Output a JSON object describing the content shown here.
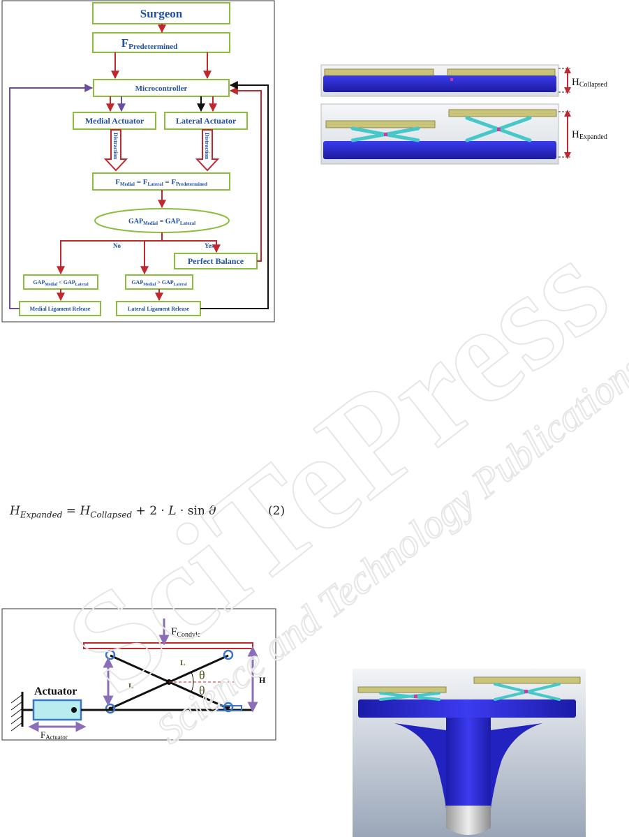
{
  "flowchart": {
    "surgeon": "Surgeon",
    "f_pre_main": "F",
    "f_pre_sub": "Predetermined",
    "microcontroller": "Microcontroller",
    "medial_actuator": "Medial Actuator",
    "lateral_actuator": "Lateral Actuator",
    "distraction": "Distraction",
    "force_eq": {
      "f1": "F",
      "s1": "Medial",
      "eq1": " = F",
      "s2": "Lateral",
      "eq2": " = F",
      "s3": "Predetermined"
    },
    "gap_eq": {
      "g1": "GAP",
      "s1": "Medial",
      "eq": " = GAP",
      "s2": "Lateral"
    },
    "no": "No",
    "yes": "Yes",
    "perfect_balance": "Perfect Balance",
    "gap_less": {
      "g1": "GAP",
      "s1": "Medial",
      "op": " < GAP",
      "s2": "Lateral"
    },
    "gap_greater": {
      "g1": "GAP",
      "s1": "Medial",
      "op": " > GAP",
      "s2": "Lateral"
    },
    "medial_release": "Medial Ligament Release",
    "lateral_release": "Lateral Ligament Release"
  },
  "device_heights": {
    "h_collapsed_main": "H",
    "h_collapsed_sub": "Collapsed",
    "h_expanded_main": "H",
    "h_expanded_sub": "Expanded"
  },
  "equation": {
    "lhs_main": "H",
    "lhs_sub": "Expanded",
    "eq": " = ",
    "rhs_main": "H",
    "rhs_sub": "Collapsed",
    "rest": " + 2 · ",
    "L": "L",
    "dot": " · sin ",
    "theta": "θ",
    "number": "(2)"
  },
  "scissor": {
    "f_condyle_main": "F",
    "f_condyle_sub": "Condyle",
    "L1": "L",
    "L2": "L",
    "theta1": "θ",
    "theta2": "θ",
    "H": "H",
    "actuator": "Actuator",
    "f_act_main": "F",
    "f_act_sub": "Actuator"
  },
  "watermark": {
    "line1": "SciTePress",
    "line2": "Science and Technology Publications"
  },
  "colors": {
    "box_border": "#8dbd3c",
    "box_text": "#1f4fa8",
    "arrow_red": "#c0282e",
    "arrow_purple": "#6a4ea1",
    "arrow_black": "#111111",
    "device_blue": "#2a2ad8",
    "device_gold": "#c9c47a",
    "link_cyan": "#46c8c8",
    "actuator_cyan": "#b8ecef",
    "pivot_blue": "#3a76c4"
  }
}
